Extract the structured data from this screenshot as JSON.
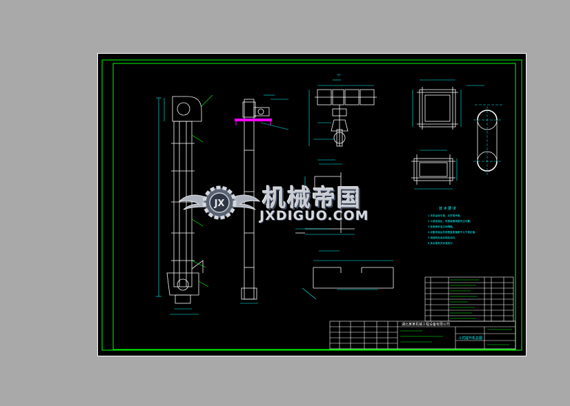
{
  "drawing": {
    "company": "湖北某某机械工程设备有限公司",
    "title_block_name": "斗式提升机总图",
    "notes_heading": "技 术 要 求",
    "notes": [
      "1.本机运转平稳，无异常声音。",
      "2.斗链安装后，张紧装置调整灵活可靠。",
      "3.各轴承处加注润滑脂。",
      "4.设备安装后机壳垂直度偏差不大于规定值。",
      "5.减速机加油至规定油位。",
      "6.其余按有关标准执行。"
    ],
    "parts_header": [
      "序号",
      "代号",
      "名称",
      "数量",
      "材料",
      "备注"
    ]
  },
  "colors": {
    "frame": "#00ff00",
    "geometry": "#ffffff",
    "dimension": "#00ffff",
    "leader": "#00ff00",
    "highlight": "#ff00ff",
    "background": "#000000",
    "canvas": "#a9a9a9"
  },
  "watermark": {
    "title": "机械帝国",
    "domain": "JXDIGUO.COM",
    "logo_letters": "JX"
  }
}
